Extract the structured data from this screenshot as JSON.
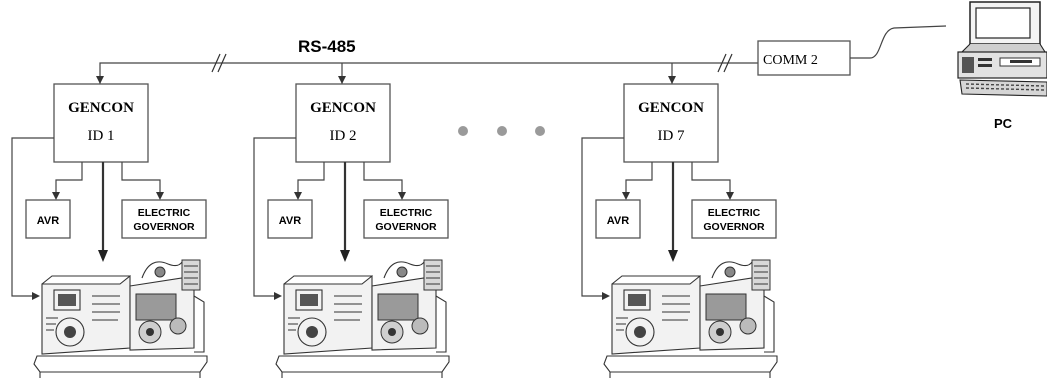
{
  "bus": {
    "label": "RS-485"
  },
  "comm": {
    "label": "COMM 2"
  },
  "pc": {
    "label": "PC"
  },
  "ellipsis": {
    "dot_color": "#9a9a9a",
    "count": 3
  },
  "units": [
    {
      "controller_title": "GENCON",
      "controller_id": "ID 1",
      "avr_label": "AVR",
      "governor_line1": "ELECTRIC",
      "governor_line2": "GOVERNOR"
    },
    {
      "controller_title": "GENCON",
      "controller_id": "ID 2",
      "avr_label": "AVR",
      "governor_line1": "ELECTRIC",
      "governor_line2": "GOVERNOR"
    },
    {
      "controller_title": "GENCON",
      "controller_id": "ID 7",
      "avr_label": "AVR",
      "governor_line1": "ELECTRIC",
      "governor_line2": "GOVERNOR"
    }
  ]
}
